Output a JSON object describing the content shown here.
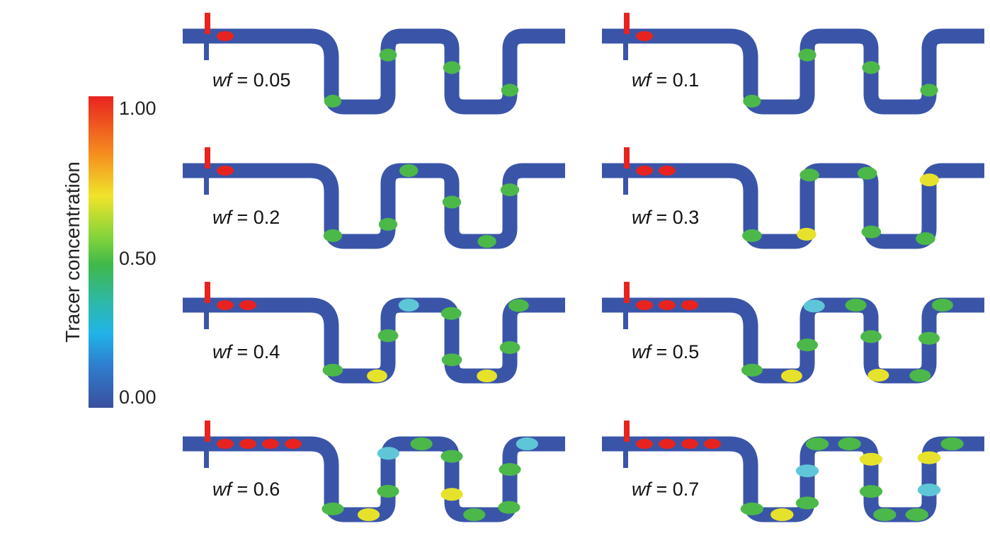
{
  "colorbar": {
    "title": "Tracer concentration",
    "ticks": [
      "1.00",
      "0.50",
      "0.00"
    ],
    "colors": [
      "#e8231f",
      "#f58a1f",
      "#f0e42a",
      "#7ed23c",
      "#3fb84a",
      "#2eb8a8",
      "#21b4e8",
      "#2f7fd0",
      "#3a4f9e"
    ]
  },
  "channel_color": "#3a55a8",
  "wall_color": "#ffffff",
  "panels": [
    {
      "var": "wf",
      "eq": "= 0.05",
      "value": 0.05
    },
    {
      "var": "wf",
      "eq": "= 0.1",
      "value": 0.1
    },
    {
      "var": "wf",
      "eq": "= 0.2",
      "value": 0.2
    },
    {
      "var": "wf",
      "eq": "= 0.3",
      "value": 0.3
    },
    {
      "var": "wf",
      "eq": "= 0.4",
      "value": 0.4
    },
    {
      "var": "wf",
      "eq": "= 0.5",
      "value": 0.5
    },
    {
      "var": "wf",
      "eq": "= 0.6",
      "value": 0.6
    },
    {
      "var": "wf",
      "eq": "= 0.7",
      "value": 0.7
    }
  ]
}
